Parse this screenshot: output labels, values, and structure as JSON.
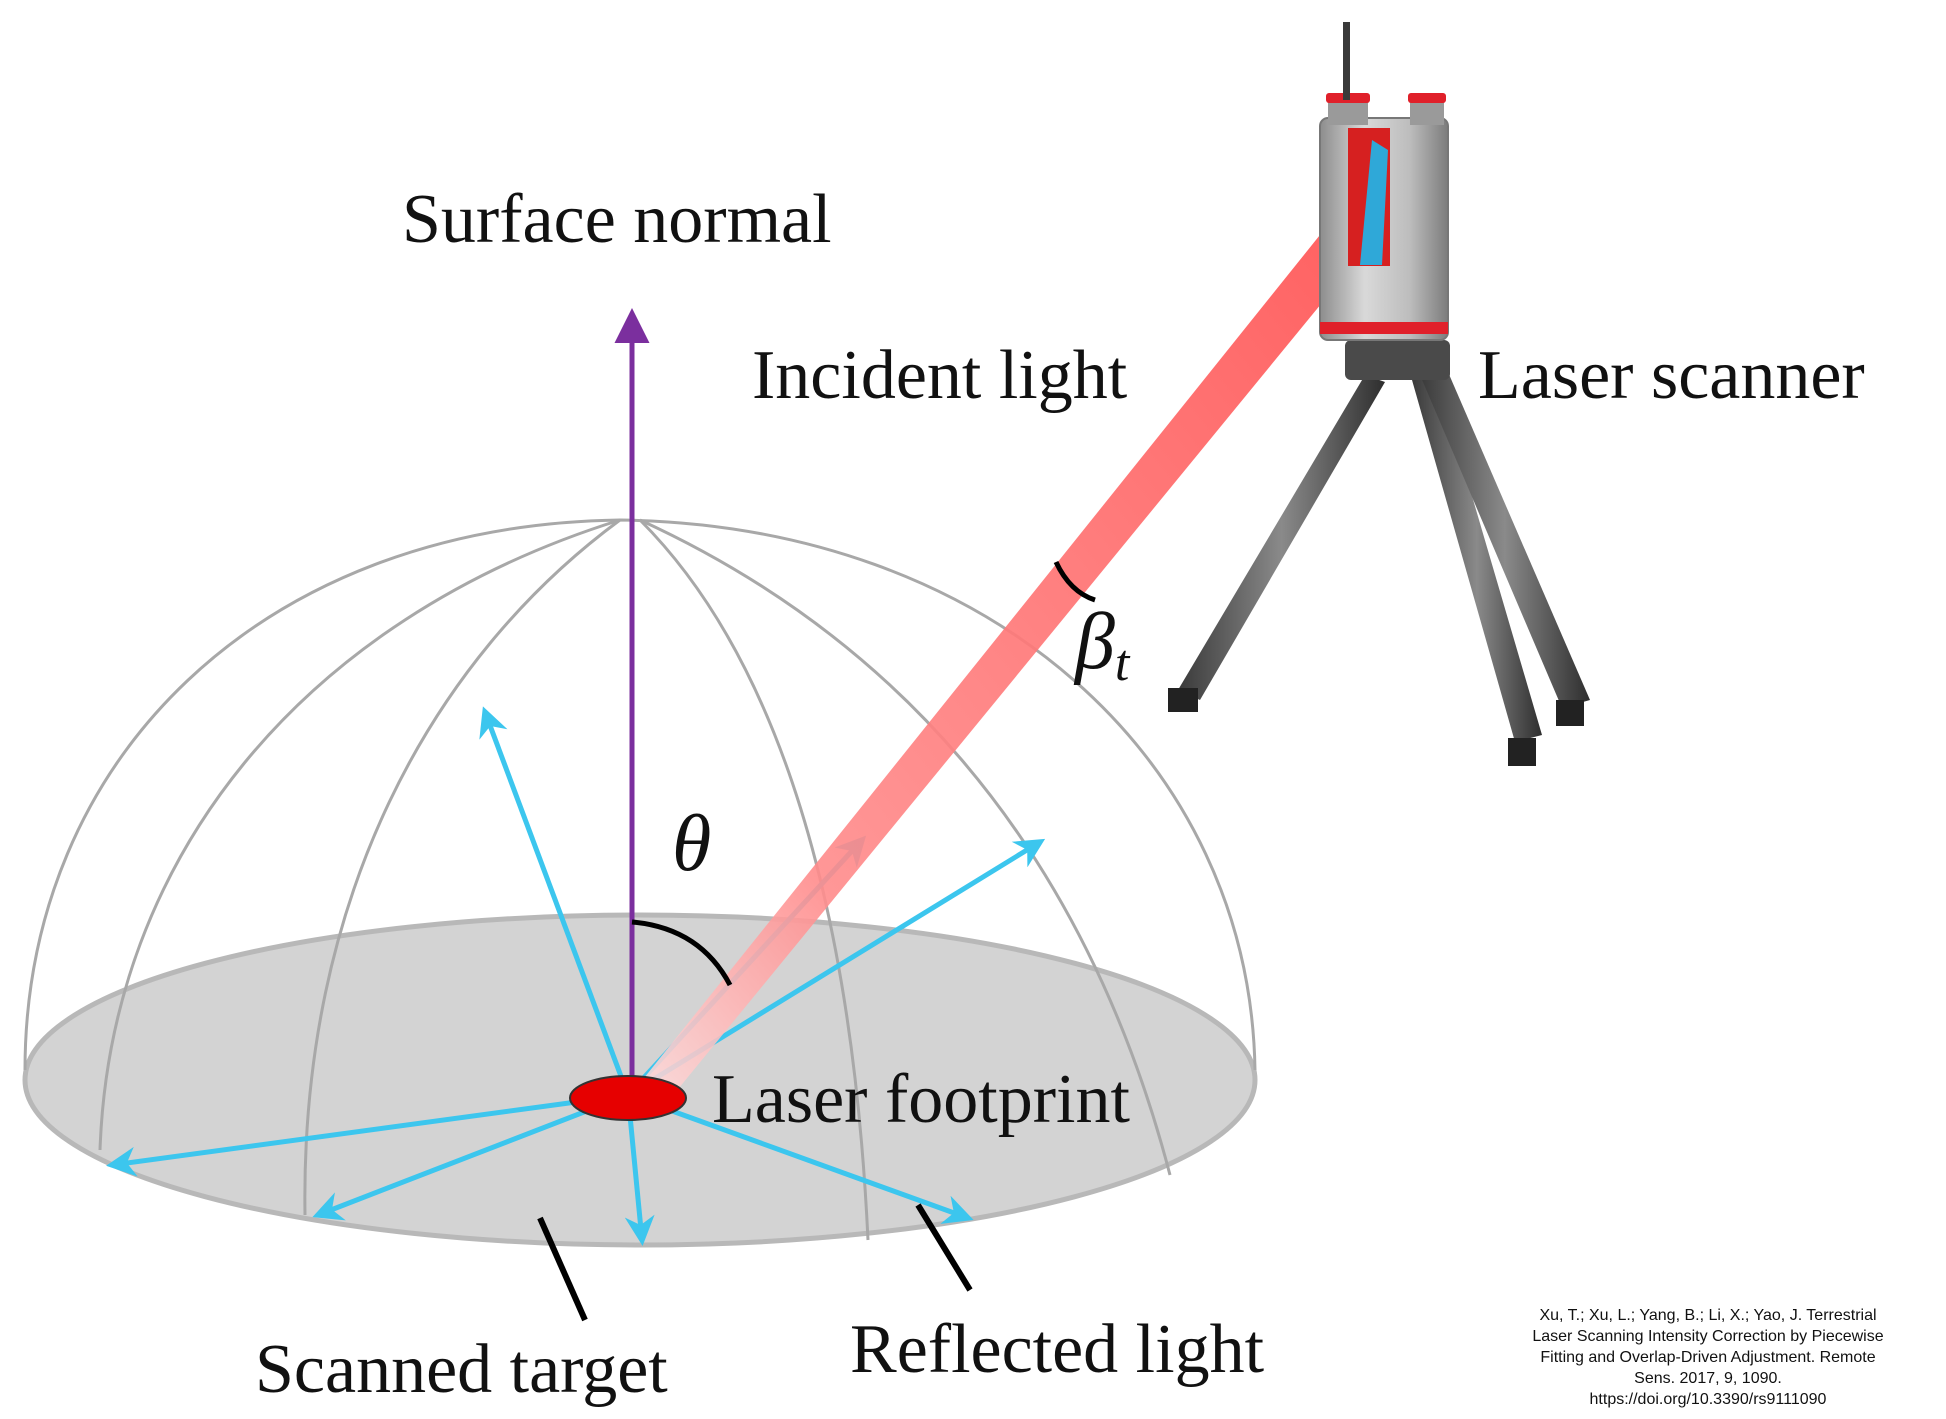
{
  "labels": {
    "surface_normal": "Surface normal",
    "incident_light": "Incident light",
    "laser_scanner": "Laser scanner",
    "laser_footprint": "Laser footprint",
    "scanned_target": "Scanned target",
    "reflected_light": "Reflected light",
    "theta": "θ",
    "beta": "β",
    "beta_sub": "t"
  },
  "citation": [
    "Xu, T.; Xu, L.; Yang, B.; Li, X.; Yao, J. Terrestrial",
    "Laser Scanning Intensity Correction by Piecewise",
    "Fitting and Overlap-Driven Adjustment. Remote",
    "Sens. 2017, 9, 1090.",
    "https://doi.org/10.3390/rs9111090"
  ],
  "colors": {
    "normal_arrow": "#7B2F9E",
    "reflected_arrows": "#3CC6EE",
    "laser_beam": "#FF5A5A",
    "footprint": "#E60000",
    "dome_lines": "#A8A8A8",
    "disk_fill": "#D3D3D3",
    "scanner_body": "#B0B0B0",
    "scanner_accent": "#E0202A"
  }
}
